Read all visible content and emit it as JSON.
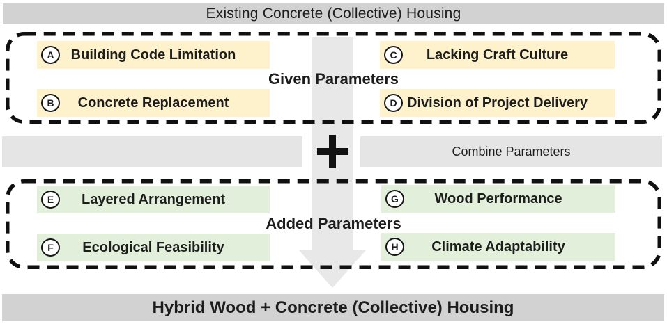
{
  "colors": {
    "banner": "#d2d2d2",
    "bar": "#e6e5e5",
    "arrow": "#e9e8e8",
    "given_fill": "#fdf2cc",
    "added_fill": "#e2efda",
    "ink": "#1d1d1d"
  },
  "top_banner": {
    "label": "Existing Concrete (Collective) Housing"
  },
  "given": {
    "title": "Given Parameters",
    "items": [
      {
        "key": "A",
        "label": "Building Code Limitation"
      },
      {
        "key": "B",
        "label": "Concrete Replacement"
      },
      {
        "key": "C",
        "label": "Lacking Craft Culture"
      },
      {
        "key": "D",
        "label": "Division of Project Delivery"
      }
    ]
  },
  "combine": {
    "plus_icon": "+",
    "bar_label": "Combine Parameters"
  },
  "added": {
    "title": "Added Parameters",
    "items": [
      {
        "key": "E",
        "label": "Layered Arrangement"
      },
      {
        "key": "F",
        "label": "Ecological Feasibility"
      },
      {
        "key": "G",
        "label": "Wood Performance"
      },
      {
        "key": "H",
        "label": "Climate Adaptability"
      }
    ]
  },
  "bottom_banner": {
    "label": "Hybrid Wood + Concrete (Collective) Housing"
  }
}
